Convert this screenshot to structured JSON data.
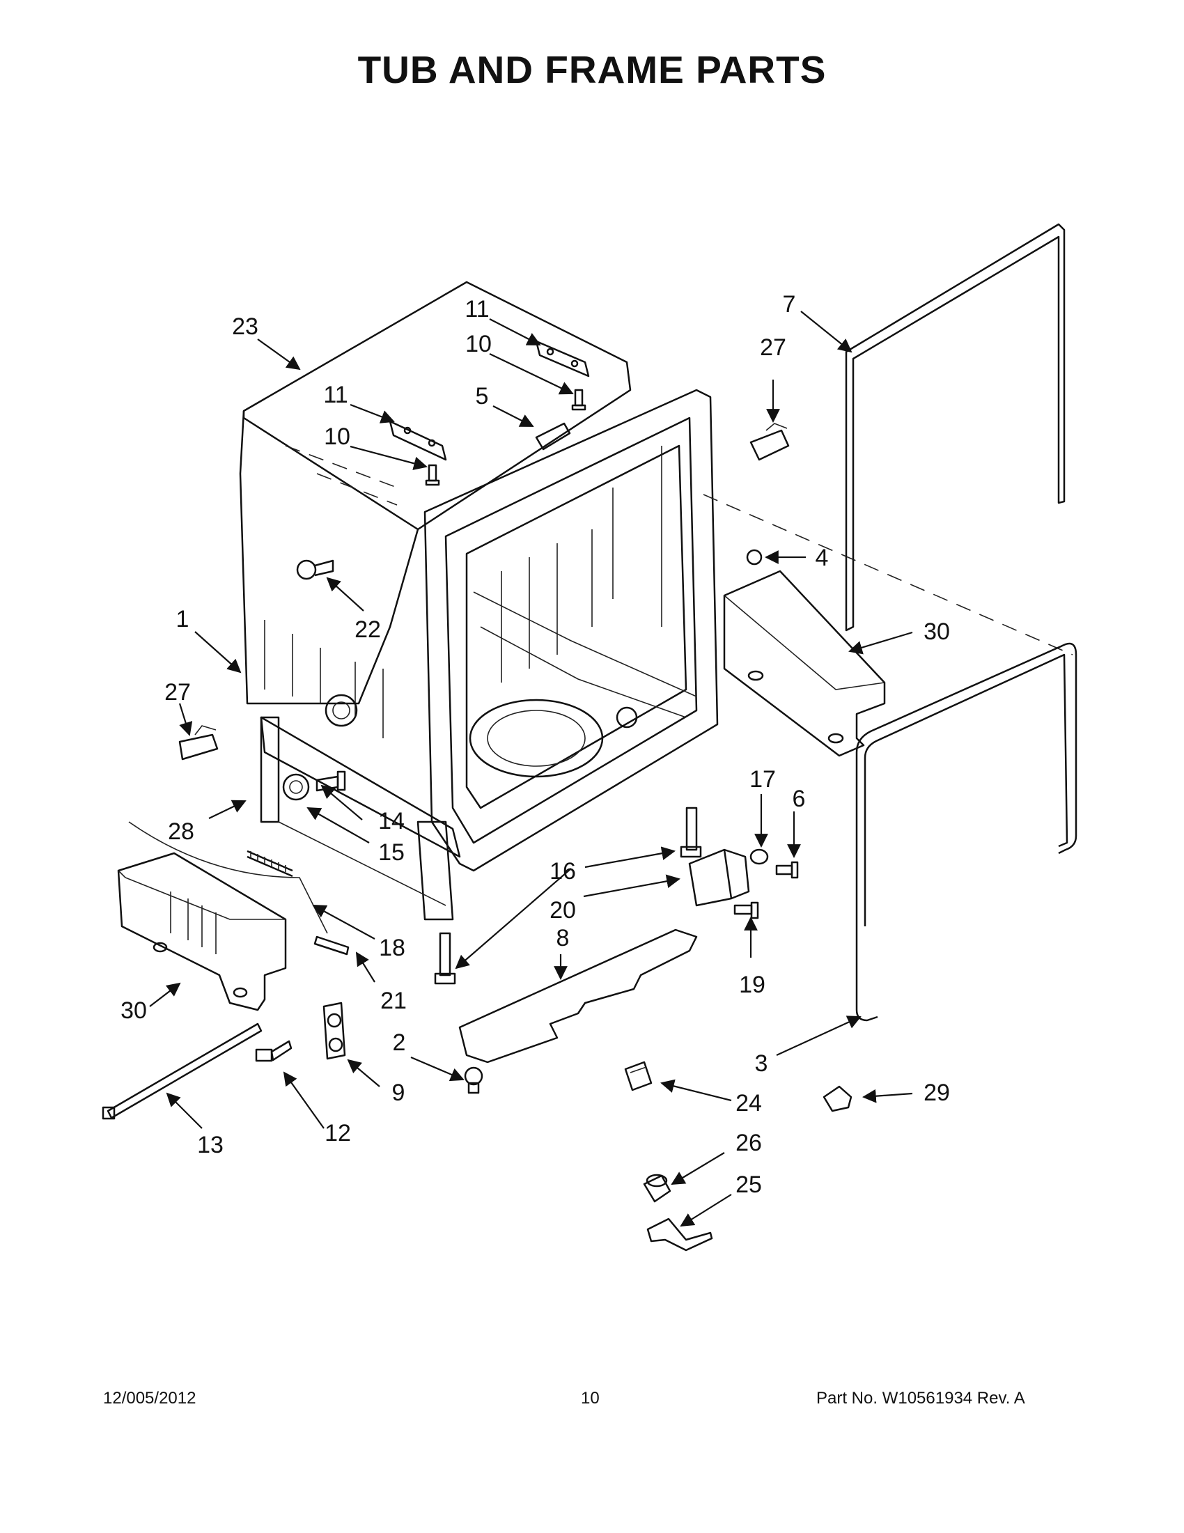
{
  "page": {
    "title": "TUB AND FRAME PARTS",
    "date": "12/005/2012",
    "page_number": "10",
    "part_number": "Part No.  W10561934  Rev.  A"
  },
  "callouts": [
    "1",
    "2",
    "3",
    "4",
    "5",
    "6",
    "7",
    "8",
    "9",
    "10",
    "10",
    "11",
    "11",
    "12",
    "13",
    "14",
    "15",
    "16",
    "17",
    "18",
    "19",
    "20",
    "21",
    "22",
    "23",
    "24",
    "25",
    "26",
    "27",
    "27",
    "28",
    "29",
    "30",
    "30"
  ]
}
